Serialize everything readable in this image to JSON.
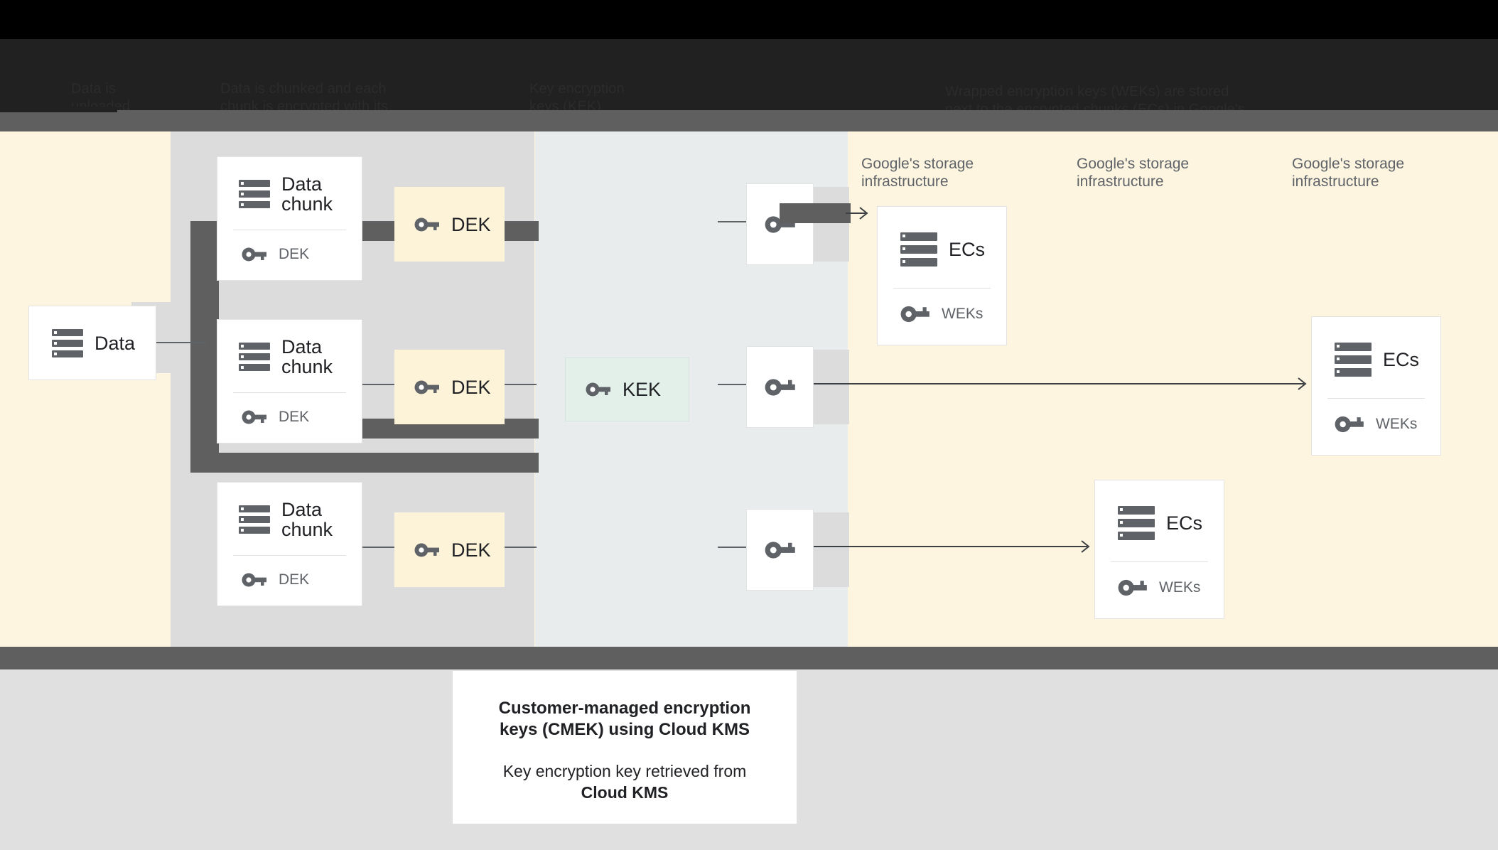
{
  "header": {
    "col1": "Data is\nuploaded\nto Google",
    "col2": "Data is chunked and each\nchunk is encrypted with its\nown data encryption key (DEK)",
    "col3": "Key encryption\nkeys (KEK)\nencrypt the DEKs",
    "col4": "Wrapped encryption keys (WEKs) are stored\nnext to the encrypted chunks (ECs) in Google's\nstorage infrastructure"
  },
  "diagram": {
    "data_card": {
      "label": "Data",
      "icon": "storage-icon"
    },
    "chunks": [
      {
        "title": "Data chunk",
        "key_label": "DEK",
        "dek_box": "DEK"
      },
      {
        "title": "Data chunk",
        "key_label": "DEK",
        "dek_box": "DEK"
      },
      {
        "title": "Data chunk",
        "key_label": "DEK",
        "dek_box": "DEK"
      }
    ],
    "kek": {
      "label": "KEK",
      "icon": "key-icon"
    },
    "wrapped_keys": [
      {
        "icon": "key-icon"
      },
      {
        "icon": "key-icon"
      },
      {
        "icon": "key-icon"
      }
    ],
    "lane_captions": [
      "Google's storage infrastructure",
      "Google's storage infrastructure",
      "Google's storage infrastructure"
    ],
    "ec_cards": [
      {
        "title": "ECs",
        "key_label": "WEKs"
      },
      {
        "title": "ECs",
        "key_label": "WEKs"
      },
      {
        "title": "ECs",
        "key_label": "WEKs"
      }
    ]
  },
  "caption": {
    "title": "Customer-managed encryption keys (CMEK) using Cloud KMS",
    "body_lead": "Key encryption key retrieved from",
    "body_strong": "Cloud KMS"
  },
  "colors": {
    "header_black": "#000000",
    "header_dark": "#212121",
    "band_grey": "#5f5f5f",
    "canvas_cream": "#fdf5e0",
    "kek_lane": "#e8ecec",
    "plate_grey": "#dcdcdc",
    "card_white": "#ffffff",
    "dek_yellow": "#fdf3d8",
    "kek_mint": "#e3f0ea",
    "footer_grey": "#e0e0e0",
    "icon_grey": "#5f6368",
    "text_dark": "#202124"
  }
}
